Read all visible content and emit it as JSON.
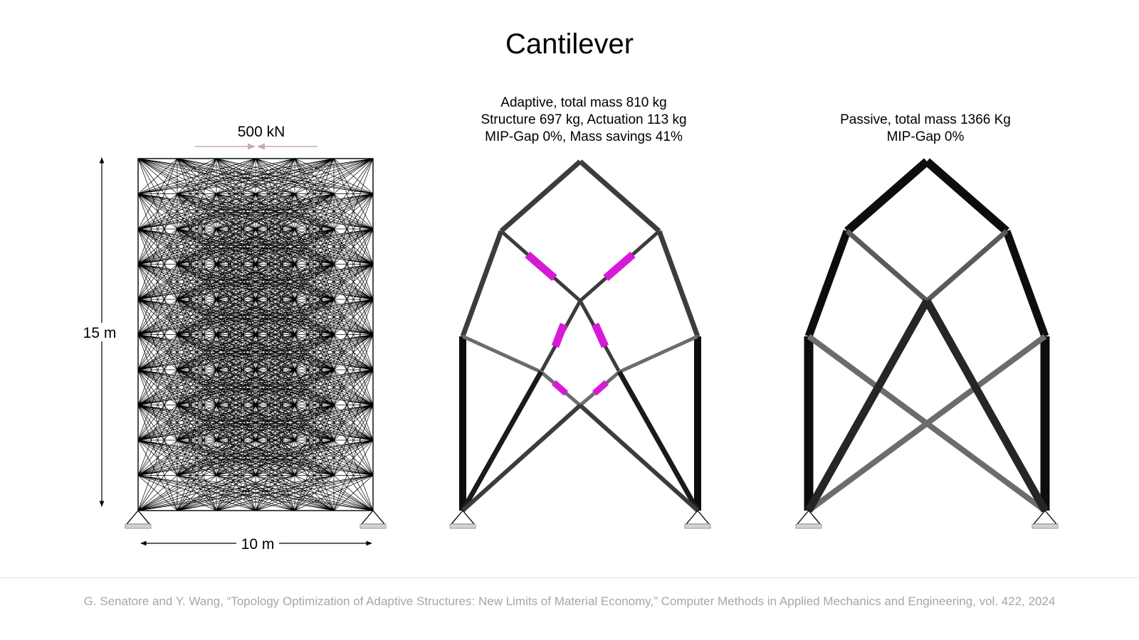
{
  "slide": {
    "title": "Cantilever",
    "footer": "G. Senatore and Y. Wang, “Topology Optimization of Adaptive Structures: New Limits of Material Economy,” Computer Methods in Applied Mechanics and Engineering, vol. 422, 2024"
  },
  "ground_structure": {
    "load_label": "500 kN",
    "height_label": "15 m",
    "width_label": "10 m",
    "grid_columns": 7,
    "grid_rows": 11
  },
  "adaptive": {
    "lines": [
      "Adaptive, total mass 810 kg",
      "Structure 697 kg, Actuation 113 kg",
      "MIP-Gap 0%, Mass savings 41%"
    ]
  },
  "passive": {
    "lines": [
      "Passive, total mass 1366 Kg",
      "MIP-Gap 0%"
    ]
  },
  "colors": {
    "actuator": "#d61ad6",
    "member_dark": "#0d0d0d",
    "member_mid": "#3c3c3c",
    "member_light": "#6c6c6c",
    "load_arrow": "#c9a9b4",
    "support_base": "#d3d3d3"
  }
}
